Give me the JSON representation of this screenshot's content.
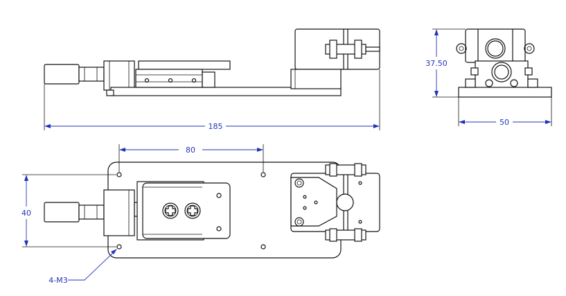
{
  "dimensions": {
    "total_length": "185",
    "height": "37.50",
    "width": "50",
    "hole_spacing_x": "80",
    "hole_spacing_y": "40",
    "mount_holes": "4-M3"
  },
  "colors": {
    "dimension": "#2233bb",
    "outline": "#111111",
    "background": "#ffffff"
  }
}
